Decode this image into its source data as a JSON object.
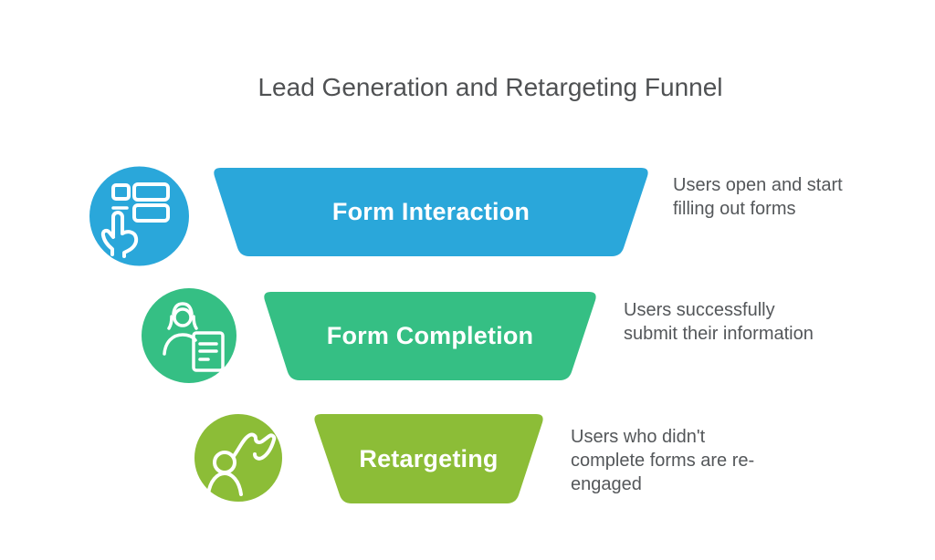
{
  "title": "Lead Generation and Retargeting Funnel",
  "colors": {
    "background": "#ffffff",
    "title_text": "#4f5153",
    "description_text": "#54575a",
    "stage_label_text": "#ffffff",
    "stage1": "#2aa7da",
    "stage2": "#35bf84",
    "stage3": "#8cbd37"
  },
  "funnel": {
    "stages": [
      {
        "label": "Form Interaction",
        "description": "Users open and start filling out forms",
        "color": "#2aa7da",
        "icon": "form-tap-icon"
      },
      {
        "label": "Form Completion",
        "description": "Users successfully submit their information",
        "color": "#35bf84",
        "icon": "person-document-icon"
      },
      {
        "label": "Retargeting",
        "description": "Users who didn't complete forms are re-engaged",
        "color": "#8cbd37",
        "icon": "person-return-arrow-icon"
      }
    ]
  }
}
